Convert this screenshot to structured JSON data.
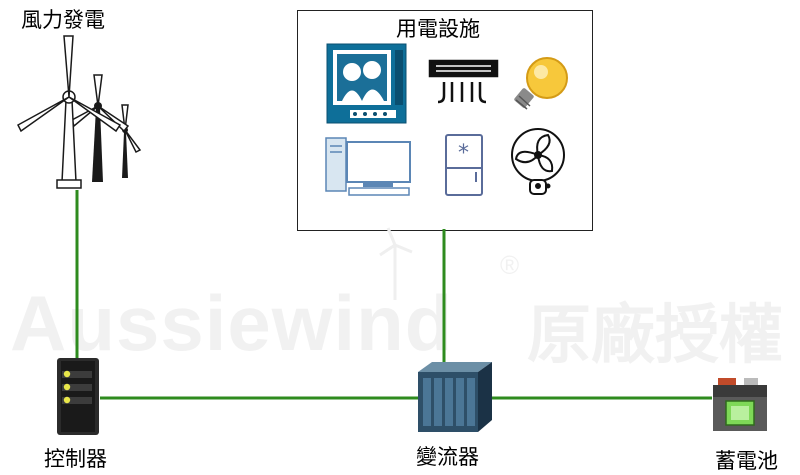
{
  "labels": {
    "wind": "風力發電",
    "appliances": "用電設施",
    "controller": "控制器",
    "inverter": "變流器",
    "battery": "蓄電池"
  },
  "watermark": {
    "brand": "Aussiewind",
    "suffix": "原廠授權",
    "mark": "®"
  },
  "colors": {
    "wire": "#2e8b1e",
    "box_border": "#222222",
    "watermark": "#eeeeee"
  },
  "icons": [
    "wind-turbine-icon",
    "tv-icon",
    "air-conditioner-icon",
    "light-bulb-icon",
    "computer-icon",
    "refrigerator-icon",
    "fan-icon",
    "controller-icon",
    "inverter-icon",
    "battery-icon"
  ]
}
